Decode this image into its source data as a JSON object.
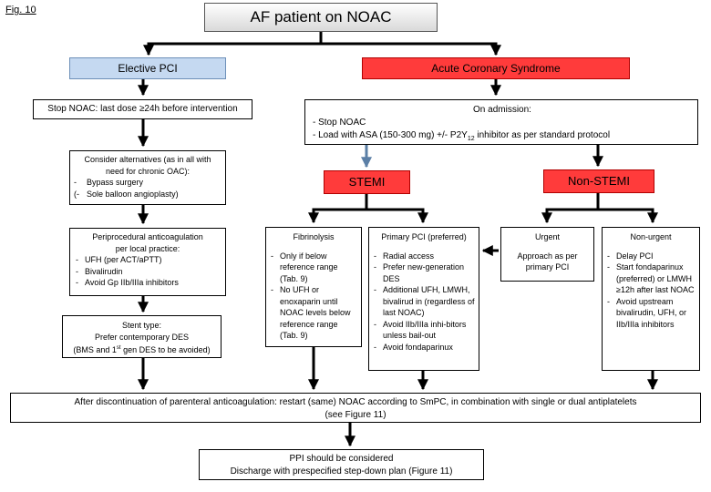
{
  "figure_label": "Fig. 10",
  "title": "AF patient on NOAC",
  "elective": {
    "label": "Elective PCI",
    "stop": "Stop NOAC: last dose ≥24h before intervention",
    "alternatives": {
      "head1": "Consider alternatives (as in all with",
      "head2": "need for chronic OAC):",
      "items": [
        "Bypass surgery",
        "Sole balloon angioplasty)"
      ],
      "marks": [
        "-",
        "(-"
      ]
    },
    "periprocedural": {
      "head1": "Periprocedural anticoagulation",
      "head2": "per local practice:",
      "items": [
        "UFH (per ACT/aPTT)",
        "Bivalirudin",
        "Avoid Gp IIb/IIIa inhibitors"
      ]
    },
    "stent": {
      "line1": "Stent type:",
      "line2": "Prefer contemporary DES",
      "line3_pre": "(BMS and 1",
      "line3_sup": "st",
      "line3_post": " gen DES to be avoided)"
    }
  },
  "acs": {
    "label": "Acute Coronary Syndrome",
    "admission": {
      "head": "On admission:",
      "line1": "- Stop NOAC",
      "line2_pre": "- Load with ASA (150-300 mg) +/- P2Y",
      "line2_sub": "12",
      "line2_post": " inhibitor as per standard protocol"
    },
    "stemi": {
      "label": "STEMI",
      "fibrinolysis": {
        "head": "Fibrinolysis",
        "items": [
          "Only if below reference range (Tab. 9)",
          "No UFH or enoxaparin until NOAC levels below reference range (Tab. 9)"
        ]
      },
      "primary_pci": {
        "head": "Primary PCI (preferred)",
        "items": [
          "Radial access",
          "Prefer new-generation DES",
          "Additional UFH, LMWH, bivalirud in (regardless of last NOAC)",
          "Avoid IIb/IIIa inhi-bitors unless bail-out",
          "Avoid fondaparinux"
        ]
      }
    },
    "nstemi": {
      "label": "Non-STEMI",
      "urgent": {
        "head": "Urgent",
        "line1": "Approach as per",
        "line2": "primary PCI"
      },
      "non_urgent": {
        "head": "Non-urgent",
        "items": [
          "Delay PCI",
          "Start fondaparinux (preferred) or LMWH ≥12h after last NOAC",
          "Avoid upstream bivalirudin, UFH, or IIb/IIIa inhibitors"
        ]
      }
    }
  },
  "after": {
    "line1": "After discontinuation of parenteral anticoagulation: restart (same) NOAC according to SmPC, in combination with single or dual antiplatelets",
    "line2": "(see Figure 11)"
  },
  "final": {
    "line1": "PPI should be considered",
    "line2": "Discharge with prespecified step-down plan (Figure 11)"
  },
  "colors": {
    "title_gradient": [
      "#ffffff",
      "#d9d9d9"
    ],
    "elective": "#c5d9f1",
    "acs_red": "#ff3b3b",
    "blue_arrow": "#5b7fa6"
  }
}
